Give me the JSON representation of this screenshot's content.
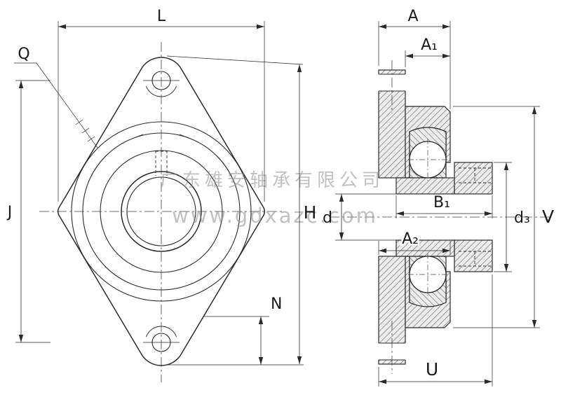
{
  "watermark": {
    "company": "广东雄安轴承有限公司",
    "website": "www.gdxazc.com"
  },
  "views": {
    "front": {
      "labels": {
        "L": "L",
        "Q": "Q",
        "J": "J",
        "H": "H",
        "N": "N"
      }
    },
    "side": {
      "labels": {
        "A": "A",
        "A1": "A₁",
        "B1": "B₁",
        "A2": "A₂",
        "d": "d",
        "d3": "d₃",
        "V": "V",
        "U": "U"
      }
    }
  }
}
